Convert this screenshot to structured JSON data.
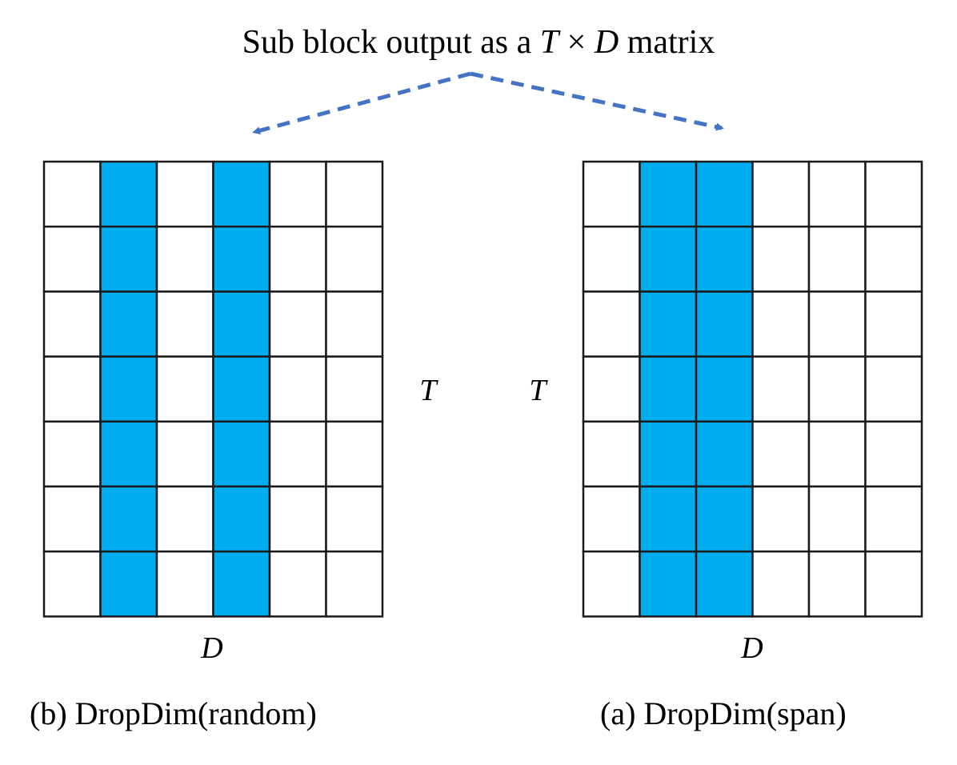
{
  "title": {
    "prefix": "Sub block output as a ",
    "var_t": "T",
    "times": "×",
    "var_d": "D",
    "suffix": " matrix"
  },
  "colors": {
    "dropped": "#00aeef",
    "kept": "#ffffff",
    "grid_line": "#1a1a1a",
    "arrow": "#4472c4"
  },
  "matrices": [
    {
      "id": "random",
      "caption": "(b) DropDim(random)",
      "row_label": "T",
      "col_label": "D",
      "rows": 7,
      "cols": 6,
      "dropped_columns": [
        1,
        3
      ]
    },
    {
      "id": "span",
      "caption": "(a) DropDim(span)",
      "row_label": "T",
      "col_label": "D",
      "rows": 7,
      "cols": 6,
      "dropped_columns": [
        1,
        2
      ]
    }
  ]
}
